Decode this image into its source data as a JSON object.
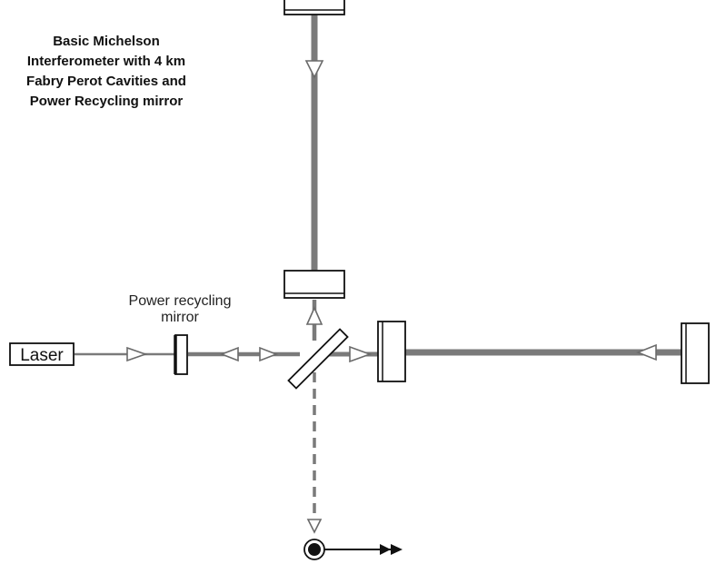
{
  "title": {
    "lines": [
      "Basic Michelson",
      "Interferometer with 4 km",
      "Fabry Perot Cavities and",
      "Power Recycling mirror"
    ]
  },
  "labels": {
    "laser": "Laser",
    "power_recycling_line1": "Power recycling",
    "power_recycling_line2": "mirror"
  },
  "colors": {
    "beam": "#7a7a7a",
    "outline": "#111111",
    "background": "#ffffff"
  }
}
